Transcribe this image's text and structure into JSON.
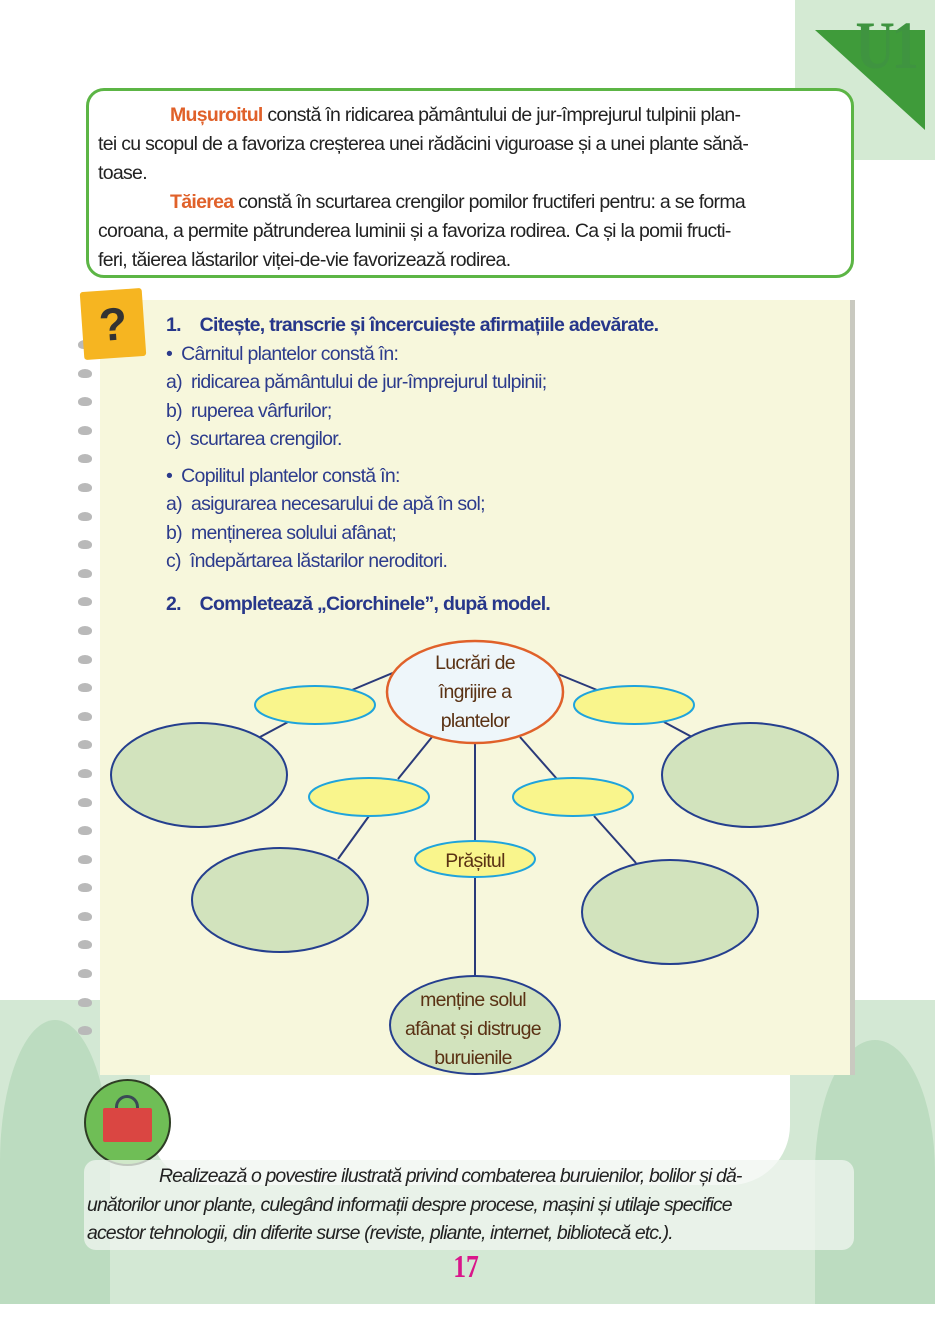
{
  "unit_badge": "U1",
  "info": {
    "mușuroit_term": "Mușuroitul",
    "mușuroit_lines": [
      " constă în ridicarea pământului de jur-împrejurul tulpinii plan-",
      "tei cu scopul de a favoriza creșterea unei rădăcini viguroase și a unei plante sănă-",
      "toase."
    ],
    "taiere_term": "Tăierea",
    "taiere_lines": [
      " constă în scurtarea crengilor pomilor fructiferi pentru: a se forma",
      "coroana, a permite pătrunderea luminii și a favoriza rodirea. Ca și la pomii fructi-",
      "feri, tăierea lăstarilor viței-de-vie favorizează rodirea."
    ]
  },
  "question_icon": "?",
  "exercise1": {
    "title": "1. Citește, transcrie și încercuiește afirmațiile adevărate.",
    "groups": [
      {
        "stem": "• Cârnitul plantelor constă în:",
        "options": [
          "a) ridicarea pământului de jur-împrejurul tulpinii;",
          "b) ruperea vârfurilor;",
          "c) scurtarea crengilor."
        ]
      },
      {
        "stem": "• Copilitul plantelor constă în:",
        "options": [
          "a) asigurarea necesarului de apă în sol;",
          "b) menținerea solului afânat;",
          "c) îndepărtarea lăstarilor neroditori."
        ]
      }
    ]
  },
  "exercise2": {
    "title": "2. Completează „Ciorchinele”, după model.",
    "center": [
      "Lucrări de",
      "îngrijire a",
      "plantelor"
    ],
    "example_node": "Prășitul",
    "example_leaf": [
      "menține solul",
      "afânat și distruge",
      "buruienile"
    ]
  },
  "task": {
    "lines": [
      "Realizează o povestire ilustrată privind combaterea buruienilor, bolilor și dă-",
      "unătorilor unor plante, culegând informații despre procese, mașini și utilaje specifice",
      "acestor tehnologii, din diferite surse (reviste, pliante, internet, bibliotecă etc.)."
    ]
  },
  "page_number": "17",
  "colors": {
    "accent_orange": "#e0612a",
    "question_blue": "#2c3b8c",
    "page_number": "#d9168a",
    "border_green": "#5cb545"
  }
}
